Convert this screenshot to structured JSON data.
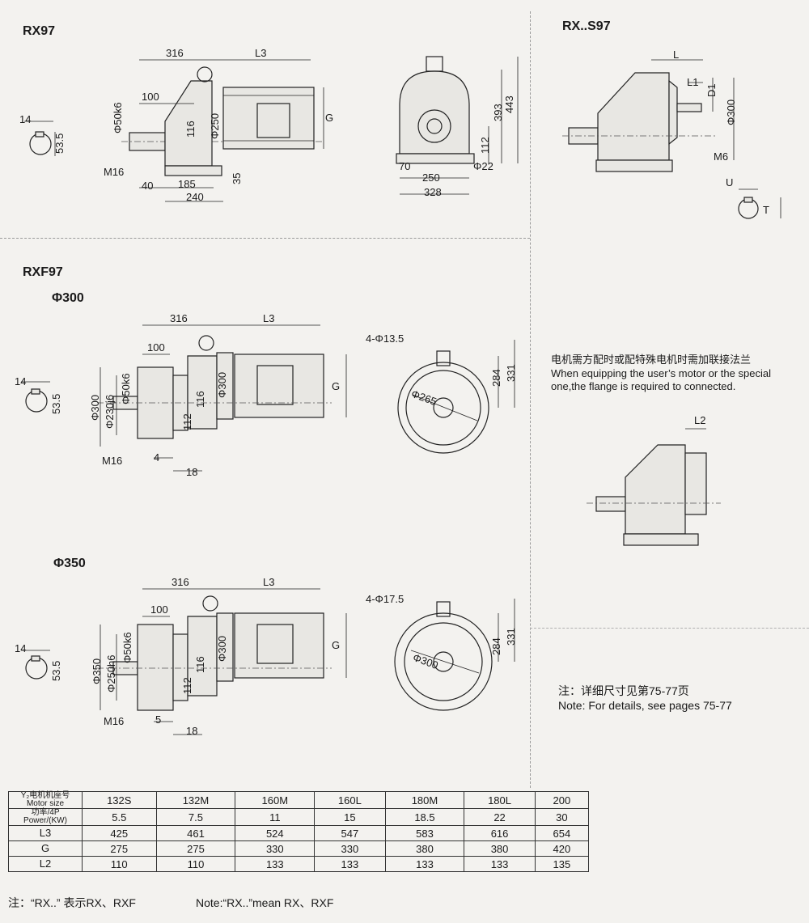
{
  "titles": {
    "rx97": "RX97",
    "rxs97": "RX..S97",
    "rxf97": "RXF97",
    "phi300": "Φ300",
    "phi350": "Φ350"
  },
  "rx97_dims": {
    "d316": "316",
    "dL3": "L3",
    "d100": "100",
    "d50k6": "Φ50k6",
    "d116": "116",
    "d250": "Φ250",
    "dG": "G",
    "d14": "14",
    "d53_5": "53.5",
    "dM16": "M16",
    "d40": "40",
    "d185": "185",
    "d240": "240",
    "d35": "35",
    "d393": "393",
    "d443": "443",
    "d112": "112",
    "d70": "70",
    "d250b": "250",
    "d22": "Φ22",
    "d328": "328"
  },
  "rxs97_dims": {
    "dL": "L",
    "dL1": "L1",
    "dD1": "D1",
    "d300": "Φ300",
    "dM6": "M6",
    "dU": "U",
    "dT": "T"
  },
  "rxf300_dims": {
    "d316": "316",
    "dL3": "L3",
    "d100": "100",
    "d300": "Φ300",
    "d230j6": "Φ230j6",
    "d50k6": "Φ50k6",
    "d116": "116",
    "d300b": "Φ300",
    "dG": "G",
    "d14": "14",
    "d53_5": "53.5",
    "dM16": "M16",
    "d4": "4",
    "d18": "18",
    "d112": "112",
    "holes": "4-Φ13.5",
    "d265": "Φ265",
    "d284": "284",
    "d331": "331"
  },
  "rxf350_dims": {
    "d316": "316",
    "dL3": "L3",
    "d100": "100",
    "d350": "Φ350",
    "d250h6": "Φ250h6",
    "d50k6": "Φ50k6",
    "d116": "116",
    "d300b": "Φ300",
    "dG": "G",
    "d14": "14",
    "d53_5": "53.5",
    "dM16": "M16",
    "d5": "5",
    "d18": "18",
    "d112": "112",
    "holes": "4-Φ17.5",
    "d300c": "Φ300",
    "d284": "284",
    "d331": "331"
  },
  "notes": {
    "flange_cn": "电机需方配时或配特殊电机时需加联接法兰",
    "flange_en1": "When equipping the user’s motor or the special",
    "flange_en2": "one,the flange is required to connected.",
    "l2": "L2",
    "details_cn": "注：详细尺寸见第75-77页",
    "details_en": "Note: For details, see pages 75-77"
  },
  "table": {
    "headers": [
      {
        "line1": "Y₂电机机座号",
        "line2": "Motor size"
      },
      {
        "line1": "功率/4P",
        "line2": "Power/(KW)"
      },
      {
        "line1": "L3",
        "line2": ""
      },
      {
        "line1": "G",
        "line2": ""
      },
      {
        "line1": "L2",
        "line2": ""
      }
    ],
    "rows": [
      [
        "132S",
        "132M",
        "160M",
        "160L",
        "180M",
        "180L",
        "200"
      ],
      [
        "5.5",
        "7.5",
        "11",
        "15",
        "18.5",
        "22",
        "30"
      ],
      [
        "425",
        "461",
        "524",
        "547",
        "583",
        "616",
        "654"
      ],
      [
        "275",
        "275",
        "330",
        "330",
        "380",
        "380",
        "420"
      ],
      [
        "110",
        "110",
        "133",
        "133",
        "133",
        "133",
        "135"
      ]
    ]
  },
  "footer": {
    "cn": "注：“RX..” 表示RX、RXF",
    "en": "Note:“RX..”mean RX、RXF"
  }
}
